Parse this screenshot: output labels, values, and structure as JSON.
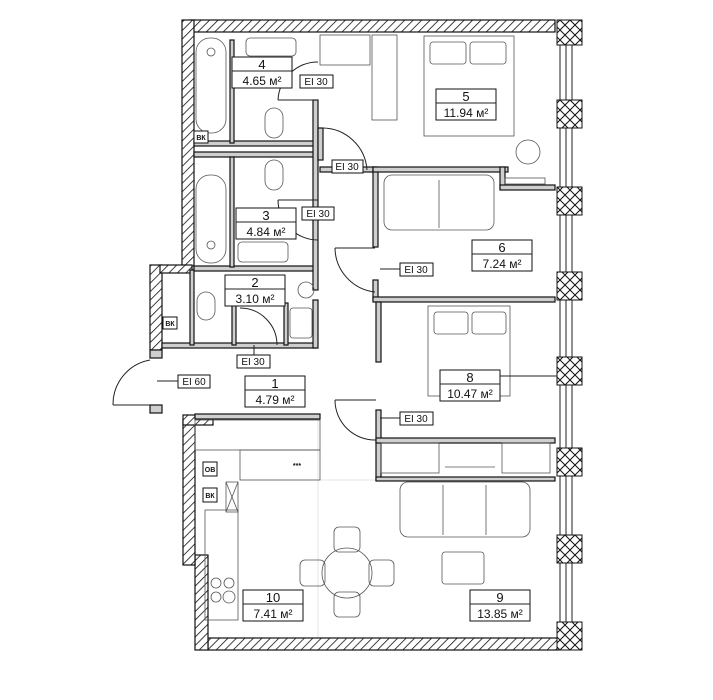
{
  "rooms": [
    {
      "number": "1",
      "area": "4.79 м²"
    },
    {
      "number": "2",
      "area": "3.10 м²"
    },
    {
      "number": "3",
      "area": "4.84 м²"
    },
    {
      "number": "4",
      "area": "4.65 м²"
    },
    {
      "number": "5",
      "area": "11.94 м²"
    },
    {
      "number": "6",
      "area": "7.24 м²"
    },
    {
      "number": "8",
      "area": "10.47 м²"
    },
    {
      "number": "9",
      "area": "13.85 м²"
    },
    {
      "number": "10",
      "area": "7.41 м²"
    }
  ],
  "doors": {
    "d4": "EI 30",
    "d5": "EI 30",
    "d3": "EI 30",
    "d6": "EI 30",
    "d2": "EI 30",
    "entry": "EI 60",
    "d8": "EI 30"
  },
  "risers": {
    "vk": "ВК",
    "ov": "ОВ"
  },
  "stove_mark": "***"
}
